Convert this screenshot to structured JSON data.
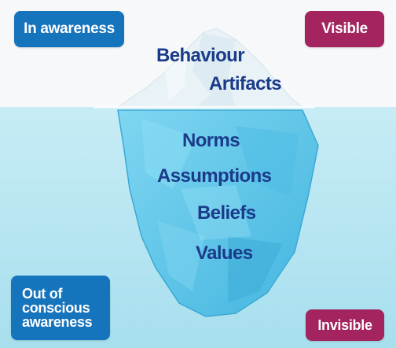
{
  "badges": {
    "in_awareness": "In awareness",
    "visible": "Visible",
    "out_of_conscious_awareness": [
      "Out of",
      "conscious",
      "awareness"
    ],
    "invisible": "Invisible"
  },
  "levels": {
    "above_water": [
      "Behaviour",
      "Artifacts"
    ],
    "below_water": [
      "Norms",
      "Assumptions",
      "Beliefs",
      "Values"
    ]
  },
  "colors": {
    "sky": "#f6f8fa",
    "water": "#b9e6f2",
    "iceberg_above": "#e8f1f6",
    "iceberg_below": "#62c9ea",
    "badge_blue": "#1674bd",
    "badge_purple": "#a3245e",
    "text_dark_blue": "#1a3a8a"
  }
}
